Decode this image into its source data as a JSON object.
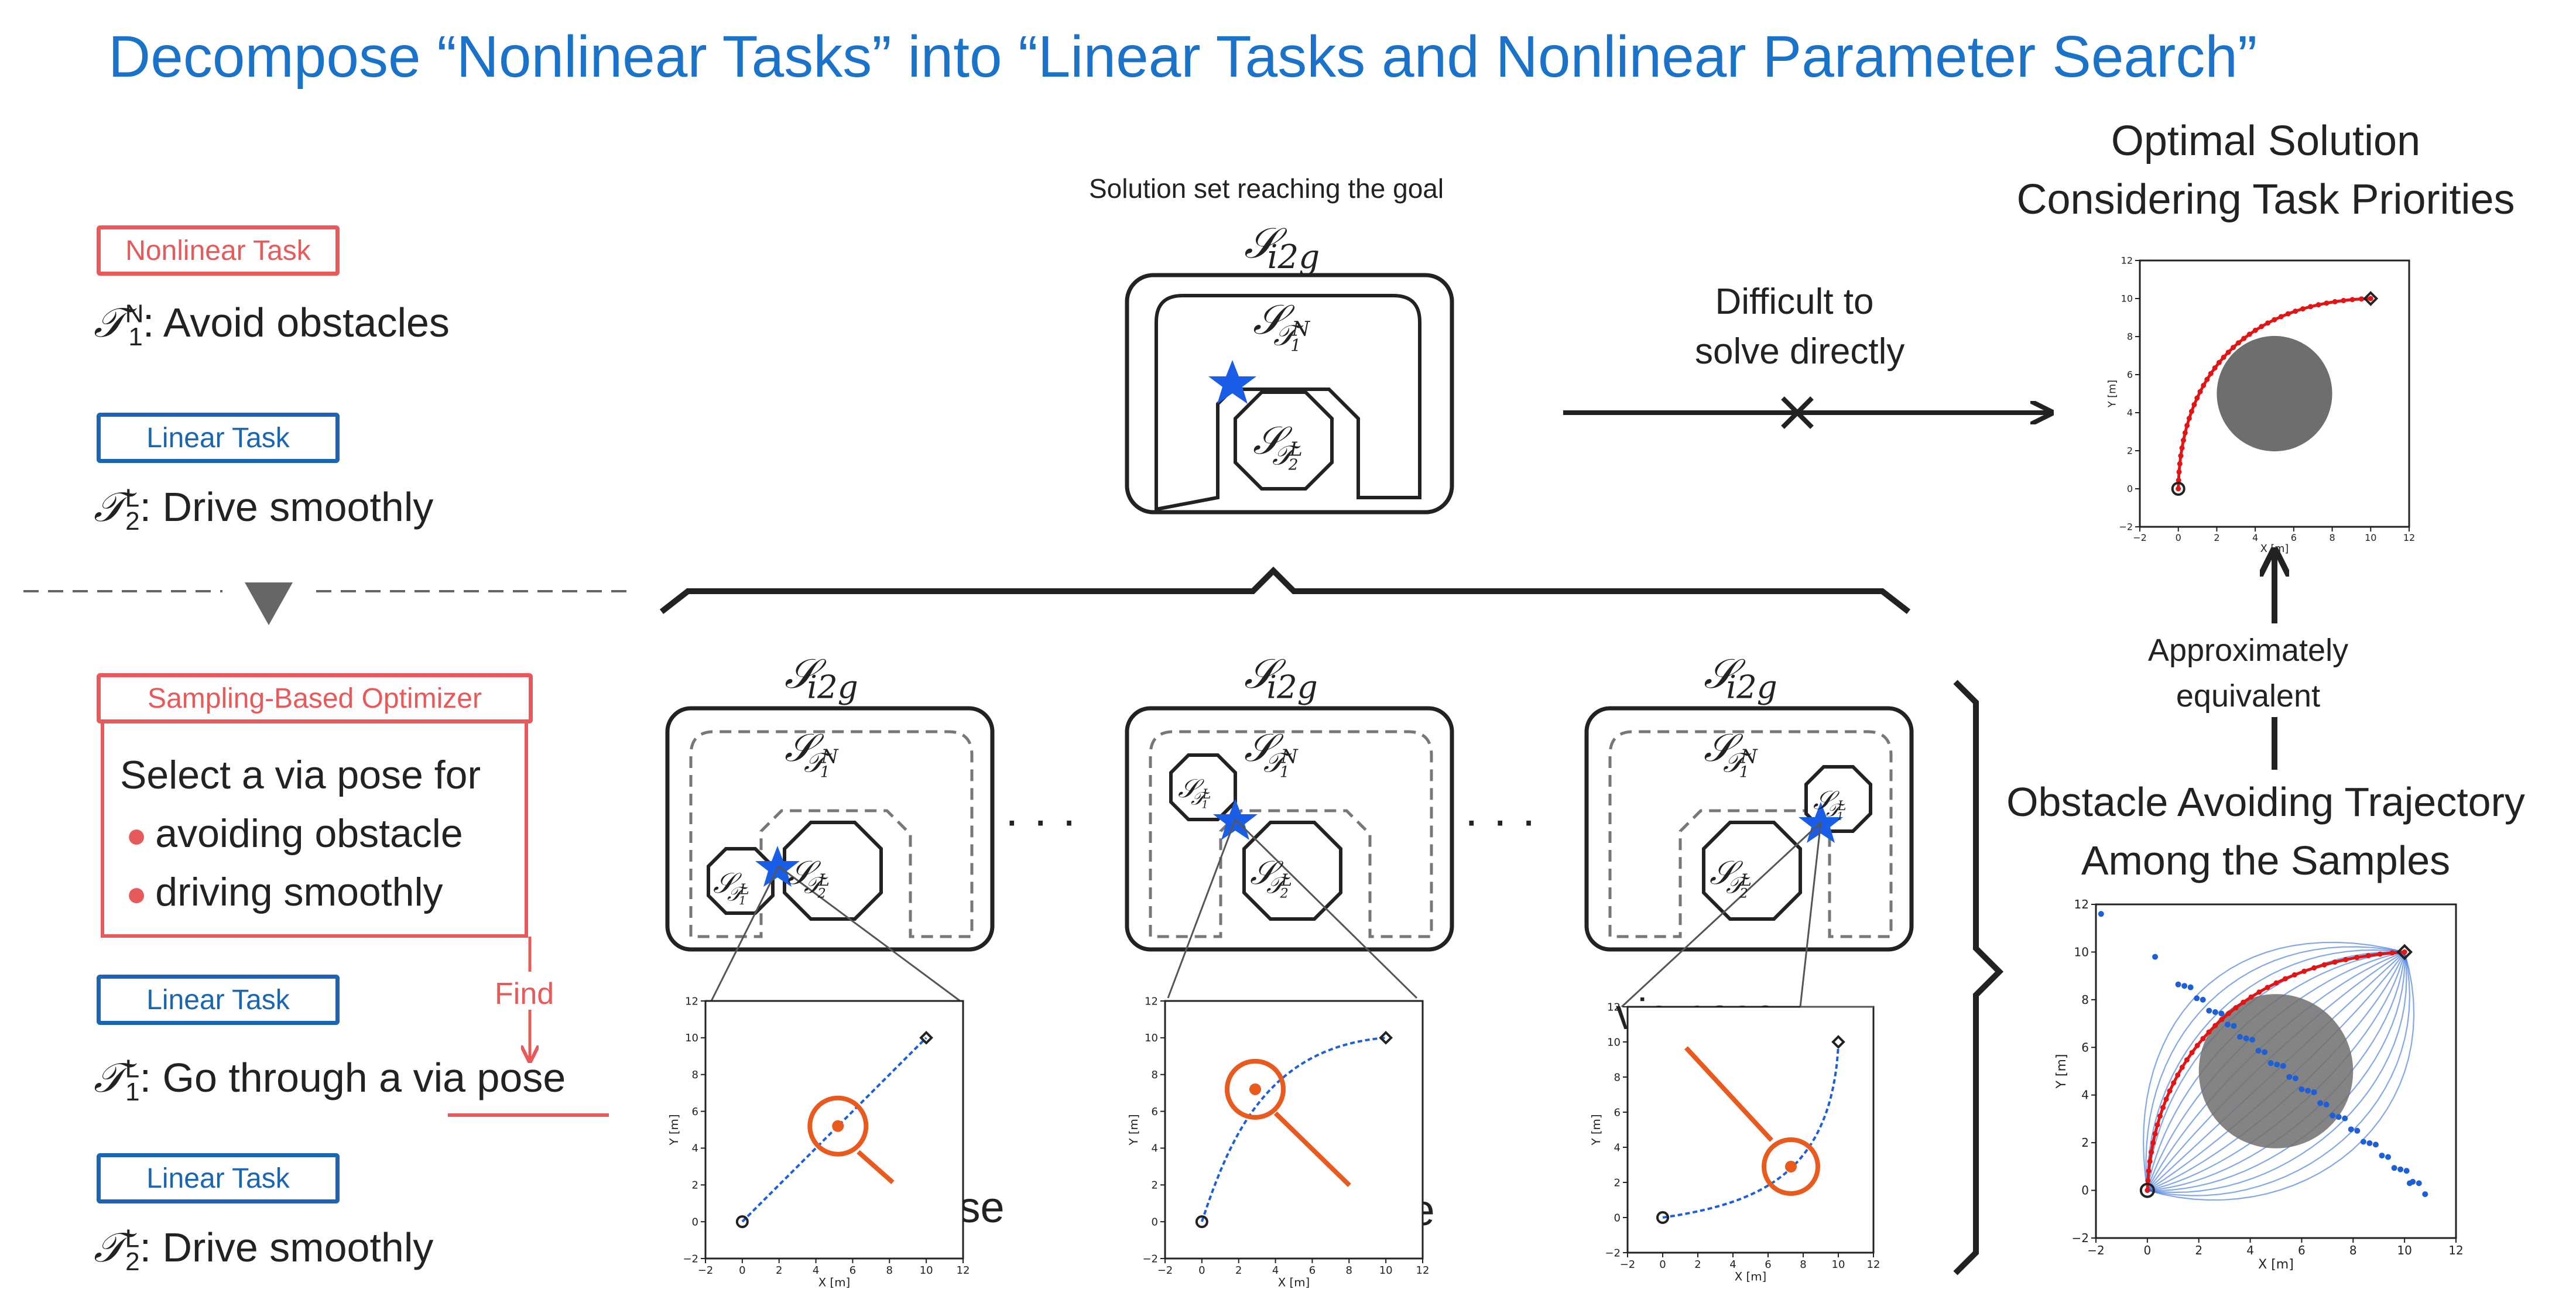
{
  "title": "Decompose “Nonlinear Tasks” into “Linear Tasks and Nonlinear Parameter Search”",
  "left": {
    "tag_nonlinear": "Nonlinear Task",
    "task1_sym": "𝒯",
    "task1_sup": "N",
    "task1_sub": "1",
    "task1_text": ": Avoid obstacles",
    "tag_linear1": "Linear Task",
    "task2_sym": "𝒯",
    "task2_sup": "L",
    "task2_sub": "2",
    "task2_text": ": Drive smoothly",
    "tag_optimizer": "Sampling-Based Optimizer",
    "opt_line1": "Select a via pose for",
    "opt_line2": "avoiding obstacle",
    "opt_line3": "driving smoothly",
    "find_label": "Find",
    "tag_linear2": "Linear Task",
    "task3_sym": "𝒯",
    "task3_sup": "L",
    "task3_sub": "1",
    "task3_text": ": Go through a ",
    "task3_via": "via pose",
    "tag_linear3": "Linear Task",
    "task4_sym": "𝒯",
    "task4_sup": "L",
    "task4_sub": "2",
    "task4_text": ": Drive smoothly"
  },
  "center": {
    "solution_caption": "Solution set reaching the goal",
    "set_i2g": "𝒮i2g",
    "set_n": "𝒮𝒯1N",
    "set_l2": "𝒮𝒯2L",
    "set_l1": "𝒮𝒯1L",
    "difficult": "Difficult to",
    "solve_directly": "solve directly",
    "ellipsis": "· · ·",
    "via_pose": "via pose"
  },
  "right": {
    "optimal_line1": "Optimal Solution",
    "optimal_line2": "Considering Task Priorities",
    "approx_line1": "Approximately",
    "approx_line2": "equivalent",
    "avoid_line1": "Obstacle Avoiding Trajectory",
    "avoid_line2": "Among the Samples"
  },
  "plots": {
    "xlabel": "X [m]",
    "ylabel": "Y [m]",
    "xticks": [
      "−2",
      "0",
      "2",
      "4",
      "6",
      "8",
      "10",
      "12"
    ],
    "yticks": [
      "−2",
      "0",
      "2",
      "4",
      "6",
      "8",
      "10",
      "12"
    ]
  },
  "colors": {
    "title": "#1a73c8",
    "red": "#e85a5a",
    "blue_tag": "#1a66b3",
    "star": "#1a5ee8",
    "orange": "#e85a1e",
    "traj_blue": "#1f5fd6",
    "traj_red": "#e01515",
    "obstacle": "#6e6e6e"
  }
}
